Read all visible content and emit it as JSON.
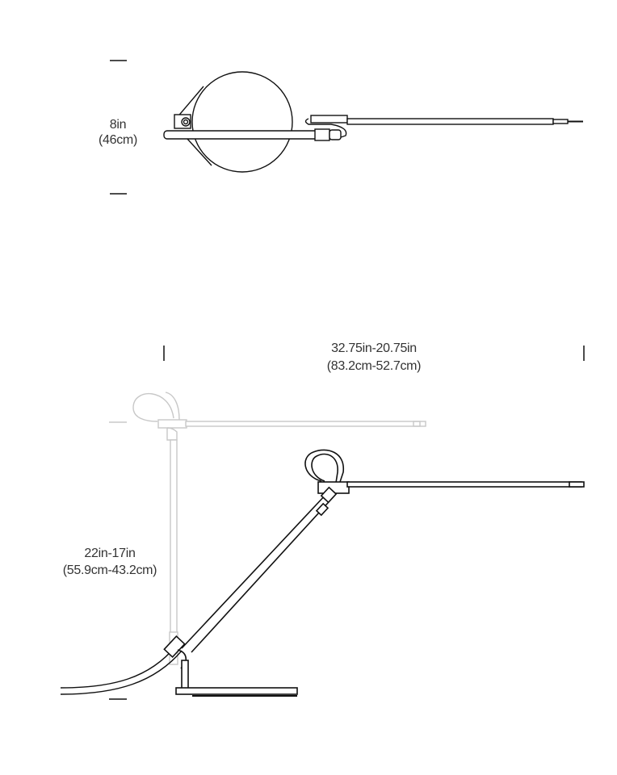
{
  "top_view": {
    "dimension_in": "8in",
    "dimension_cm": "(46cm)"
  },
  "side_view": {
    "reach_in": "32.75in-20.75in",
    "reach_cm": "(83.2cm-52.7cm)",
    "height_in": "22in-17in",
    "height_cm": "(55.9cm-43.2cm)"
  },
  "colors": {
    "line": "#111111",
    "ghost": "#c8c8c8",
    "text": "#333333"
  }
}
